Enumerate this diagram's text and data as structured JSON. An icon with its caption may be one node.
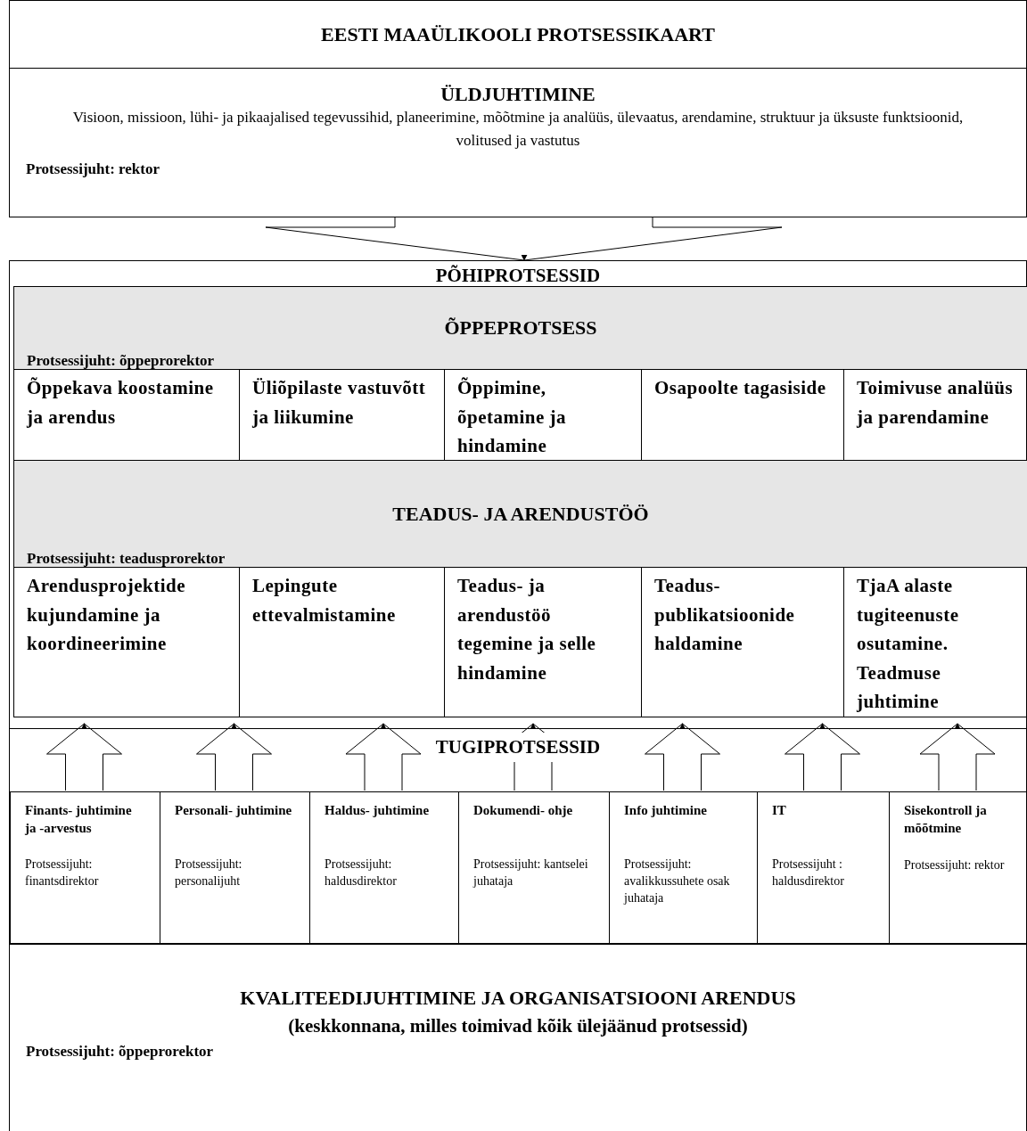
{
  "diagram": {
    "title": "EESTI MAAÜLIKOOLI PROTSESSIKAART",
    "nodes": [
      {
        "text": [
          "ÜLDJUHTIMINE",
          "Visioon, missioon, lühi- ja pikaajalised tegevussihid, planeerimine, mõõtmine ja analüüs, ülevaatus, arendamine, struktuur ja üksuste funktsioonid, volitused ja vastutus",
          "Protsessijuht: rektor"
        ]
      },
      {
        "text": [
          "PÕHIPROTSESSID"
        ]
      },
      {
        "text": [
          "ÕPPEPROTSESS",
          "Protsessijuht: õppeprorektor"
        ],
        "in": 1
      },
      {
        "text": [
          "Õppekava koostamine ja arendus"
        ],
        "in": 1
      },
      {
        "text": [
          "Üliõpilaste vastuvõtt ja liikumine"
        ],
        "in": 1
      },
      {
        "text": [
          "Õppimine, õpetamine ja hindamine"
        ],
        "in": 1
      },
      {
        "text": [
          "Osapoolte tagasiside"
        ],
        "in": 1
      },
      {
        "text": [
          "Toimivuse analüüs ja parendamine"
        ],
        "in": 1
      },
      {
        "text": [
          "TEADUS- JA ARENDUSTÖÖ",
          "Protsessijuht: teadusprorektor"
        ],
        "in": 1
      },
      {
        "text": [
          "Arendusprojektide kujundamine ja koordineerimine"
        ],
        "in": 1
      },
      {
        "text": [
          "Lepingute ettevalmistamine"
        ],
        "in": 1
      },
      {
        "text": [
          "Teadus- ja arendustöö tegemine ja selle hindamine"
        ],
        "in": 1
      },
      {
        "text": [
          "Teadus- publikatsioonide haldamine"
        ],
        "in": 1
      },
      {
        "text": [
          "TjaA alaste tugiteenuste osutamine. Teadmuse juhtimine"
        ],
        "in": 1
      },
      {
        "text": [
          "TUGIPROTSESSID"
        ]
      },
      {
        "text": [
          "Finants- juhtimine ja -arvestus",
          "Protsessijuht: finantsdirektor"
        ],
        "in": 14
      },
      {
        "text": [
          "Personali- juhtimine",
          "Protsessijuht: personalijuht"
        ],
        "in": 14
      },
      {
        "text": [
          "Haldus- juhtimine",
          "Protsessijuht: haldusdirektor"
        ],
        "in": 14
      },
      {
        "text": [
          "Dokumendi- ohje",
          "Protsessijuht: kantselei juhataja"
        ],
        "in": 14
      },
      {
        "text": [
          "Info juhtimine",
          "Protsessijuht: avalikkussuhete osak juhataja"
        ],
        "in": 14
      },
      {
        "text": [
          "IT",
          "Protsessijuht : haldusdirektor"
        ],
        "in": 14
      },
      {
        "text": [
          "Sisekontroll ja mõõtmine",
          "Protsessijuht: rektor"
        ],
        "in": 14
      },
      {
        "text": [
          "KVALITEEDIJUHTIMINE JA ORGANISATSIOONI ARENDUS",
          "(keskkonnana, milles toimivad kõik ülejäänud protsessid)",
          "Protsessijuht: õppeprorektor"
        ]
      }
    ],
    "edges": [
      {
        "from": 0,
        "to": 1,
        "arrow": "to"
      },
      {
        "from": 15,
        "to": 1,
        "arrow": "to"
      },
      {
        "from": 16,
        "to": 1,
        "arrow": "to"
      },
      {
        "from": 17,
        "to": 1,
        "arrow": "to"
      },
      {
        "from": 18,
        "to": 1,
        "arrow": "to"
      },
      {
        "from": 19,
        "to": 1,
        "arrow": "to"
      },
      {
        "from": 20,
        "to": 1,
        "arrow": "to"
      },
      {
        "from": 21,
        "to": 1,
        "arrow": "to"
      }
    ]
  }
}
